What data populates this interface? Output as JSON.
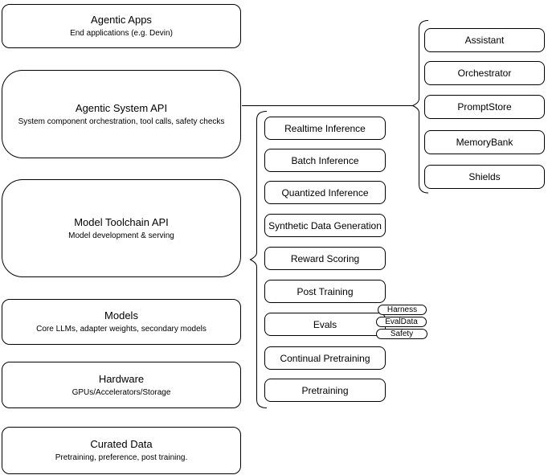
{
  "diagram": {
    "stack": [
      {
        "title": "Agentic Apps",
        "subtitle": "End applications (e.g. Devin)"
      },
      {
        "title": "Agentic System API",
        "subtitle": "System component orchestration, tool calls, safety checks"
      },
      {
        "title": "Model Toolchain API",
        "subtitle": "Model development & serving"
      },
      {
        "title": "Models",
        "subtitle": "Core LLMs, adapter weights, secondary models"
      },
      {
        "title": "Hardware",
        "subtitle": "GPUs/Accelerators/Storage"
      },
      {
        "title": "Curated Data",
        "subtitle": "Pretraining, preference, post training."
      }
    ],
    "toolchain_services": [
      "Realtime Inference",
      "Batch Inference",
      "Quantized Inference",
      "Synthetic Data Generation",
      "Reward Scoring",
      "Post Training",
      "Evals",
      "Continual Pretraining",
      "Pretraining"
    ],
    "eval_addons": [
      "Harness",
      "EvalData",
      "Safety"
    ],
    "system_components": [
      "Assistant",
      "Orchestrator",
      "PromptStore",
      "MemoryBank",
      "Shields"
    ],
    "colors": {
      "stroke": "#000000",
      "fill": "#ffffff",
      "background": "#ffffff"
    }
  }
}
